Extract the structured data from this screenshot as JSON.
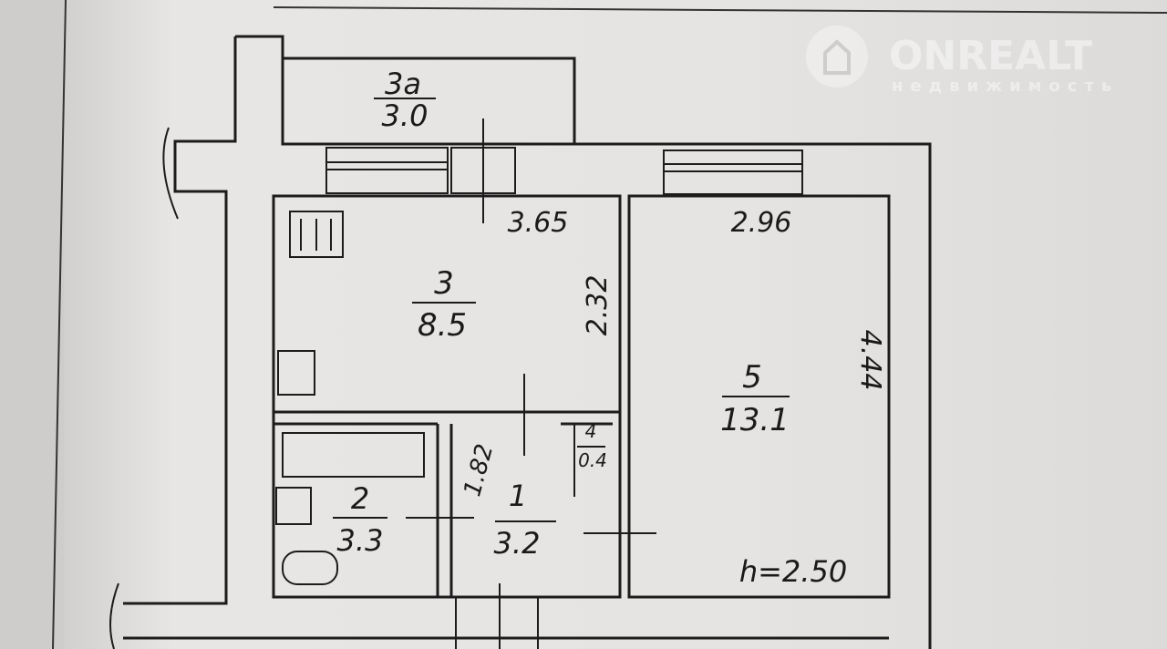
{
  "plan": {
    "rooms": [
      {
        "number": "3а",
        "area": "3.0"
      },
      {
        "number": "3",
        "area": "8.5"
      },
      {
        "number": "5",
        "area": "13.1"
      },
      {
        "number": "4",
        "area": "0.4"
      },
      {
        "number": "1",
        "area": "3.2"
      },
      {
        "number": "2",
        "area": "3.3"
      }
    ],
    "dimensions": {
      "kitchen_width": "3.65",
      "room_width": "2.96",
      "kitchen_depth": "2.32",
      "room_depth": "4.44",
      "hall_depth": "1.82"
    },
    "ceiling_height": "h=2.50"
  },
  "watermark": {
    "brand": "ONREALT",
    "subtitle": "недвижимость"
  }
}
